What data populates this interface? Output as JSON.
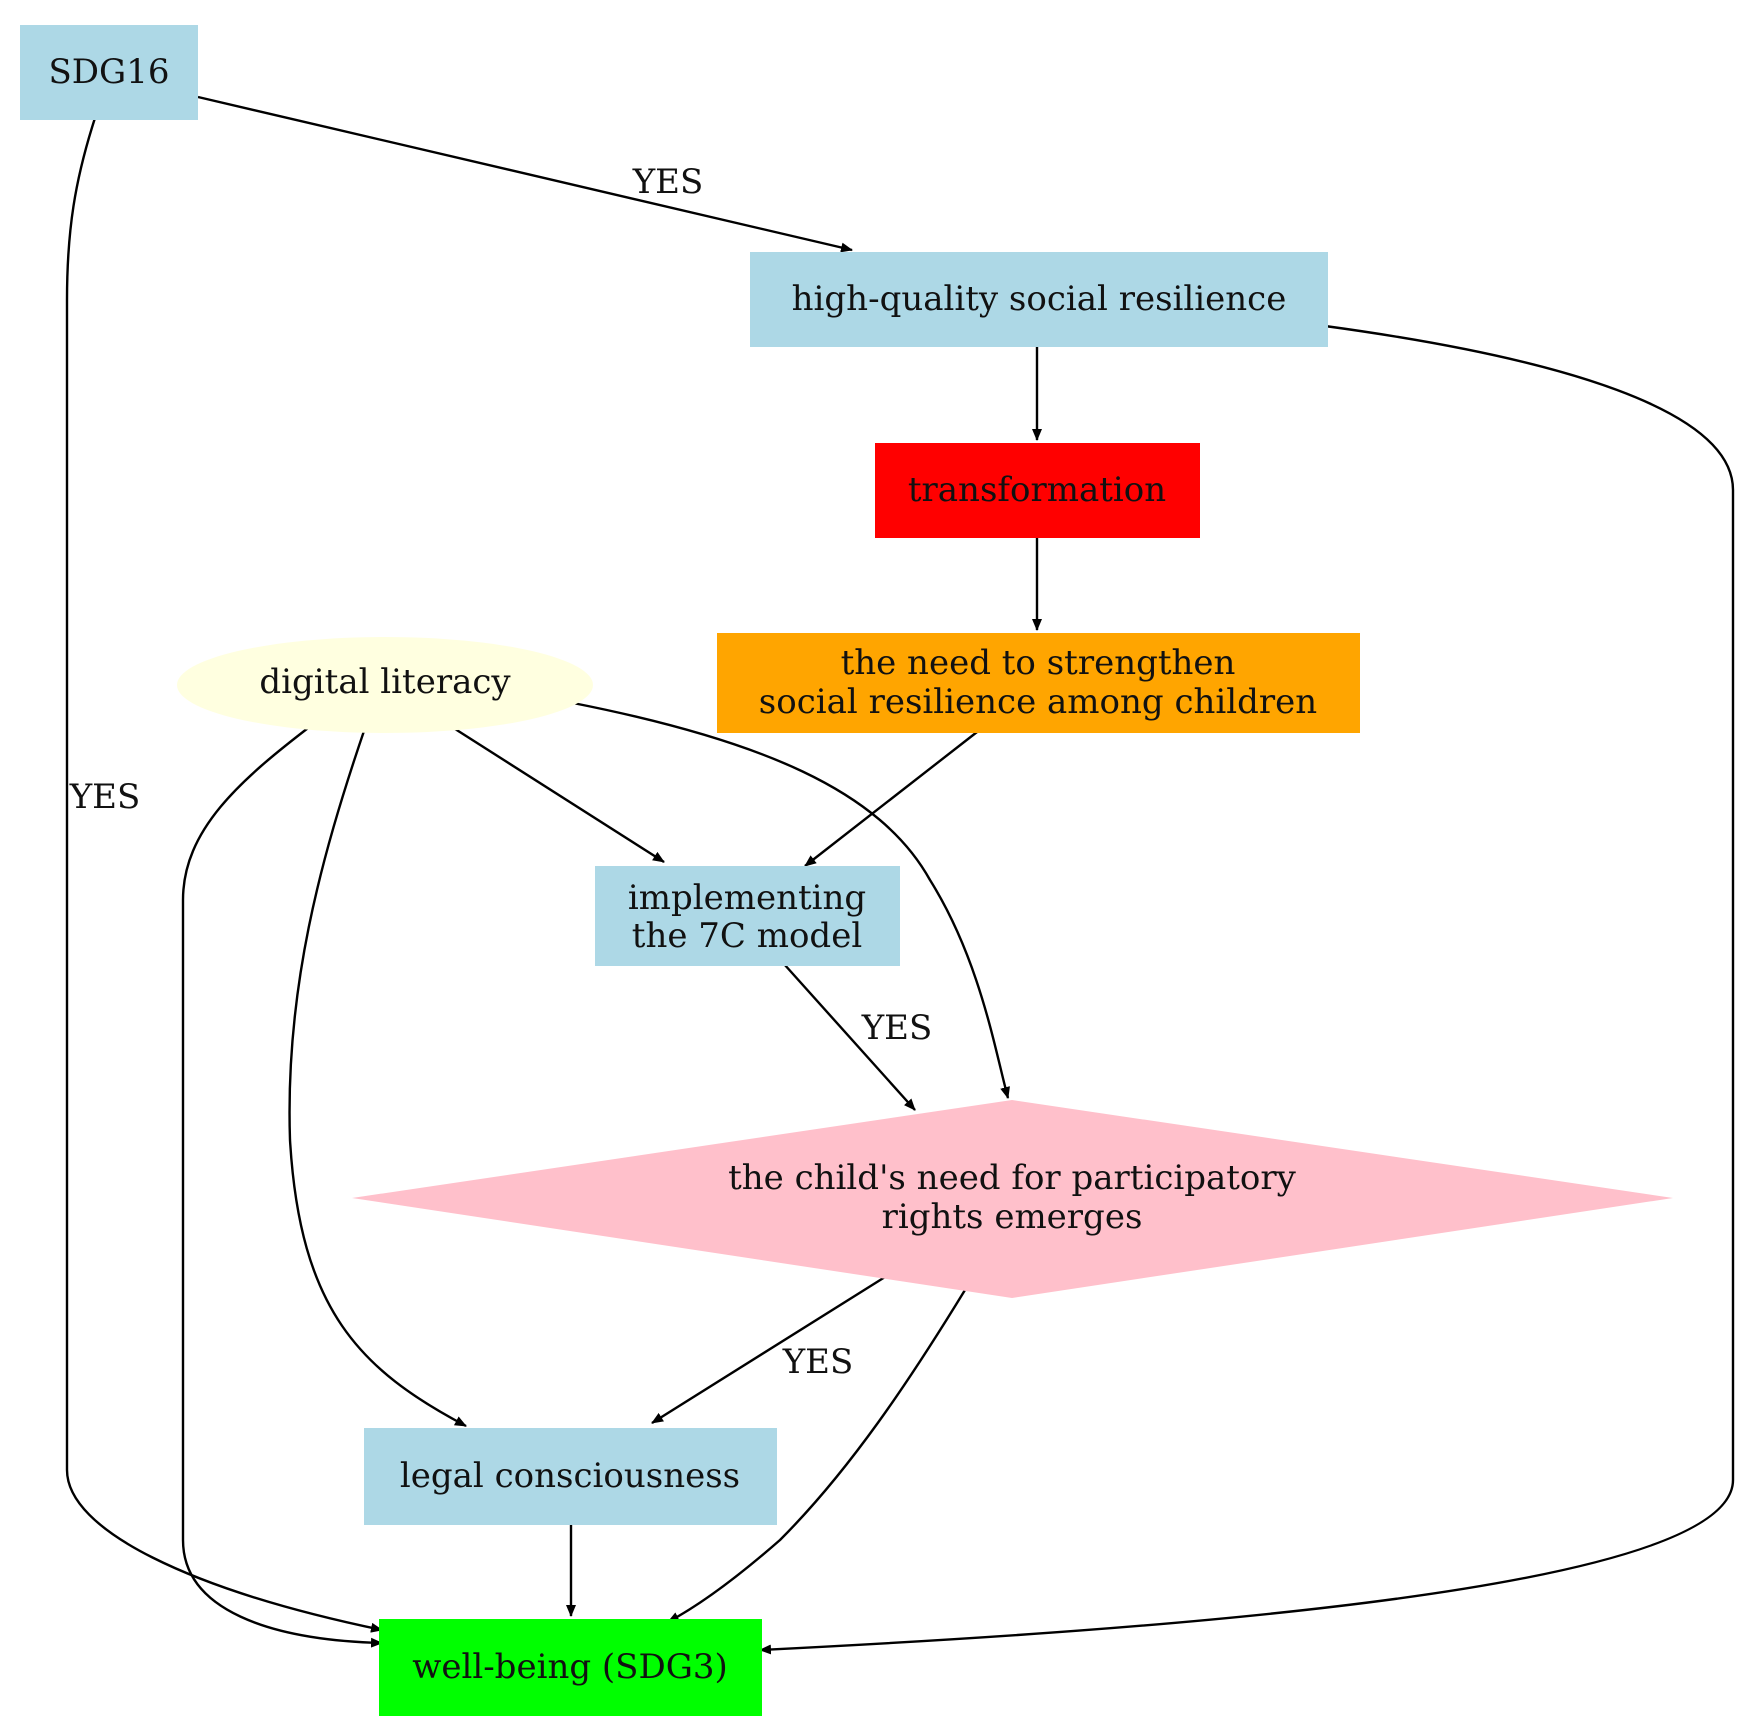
{
  "nodes": {
    "sdg16": {
      "label": "SDG16",
      "color": "#ADD8E6",
      "shape": "box"
    },
    "high_quality_social_resilience": {
      "label": "high-quality social resilience",
      "color": "#ADD8E6",
      "shape": "box"
    },
    "transformation": {
      "label": "transformation",
      "color": "#FF0000",
      "shape": "box"
    },
    "need_to_strengthen": {
      "label_line1": "the need to strengthen",
      "label_line2": "social resilience among children",
      "color": "#FFA500",
      "shape": "box"
    },
    "digital_literacy": {
      "label": "digital literacy",
      "color": "#FFFFE0",
      "shape": "ellipse"
    },
    "implementing_7c": {
      "label_line1": "implementing",
      "label_line2": "the 7C model",
      "color": "#ADD8E6",
      "shape": "box"
    },
    "participatory_rights": {
      "label_line1": "the child's need for participatory",
      "label_line2": "rights emerges",
      "color": "#FFC0CB",
      "shape": "diamond"
    },
    "legal_consciousness": {
      "label": "legal consciousness",
      "color": "#ADD8E6",
      "shape": "box"
    },
    "well_being": {
      "label": "well-being (SDG3)",
      "color": "#00FF00",
      "shape": "box"
    }
  },
  "edges": [
    {
      "from": "SDG16",
      "to": "high-quality social resilience",
      "label": "YES"
    },
    {
      "from": "SDG16",
      "to": "well-being (SDG3)",
      "label": "YES"
    },
    {
      "from": "high-quality social resilience",
      "to": "transformation",
      "label": ""
    },
    {
      "from": "high-quality social resilience",
      "to": "well-being (SDG3)",
      "label": ""
    },
    {
      "from": "transformation",
      "to": "the need to strengthen social resilience among children",
      "label": ""
    },
    {
      "from": "the need to strengthen social resilience among children",
      "to": "implementing the 7C model",
      "label": ""
    },
    {
      "from": "digital literacy",
      "to": "implementing the 7C model",
      "label": ""
    },
    {
      "from": "digital literacy",
      "to": "the child's need for participatory rights emerges",
      "label": ""
    },
    {
      "from": "digital literacy",
      "to": "legal consciousness",
      "label": ""
    },
    {
      "from": "digital literacy",
      "to": "well-being (SDG3)",
      "label": ""
    },
    {
      "from": "implementing the 7C model",
      "to": "the child's need for participatory rights emerges",
      "label": "YES"
    },
    {
      "from": "the child's need for participatory rights emerges",
      "to": "legal consciousness",
      "label": "YES"
    },
    {
      "from": "the child's need for participatory rights emerges",
      "to": "well-being (SDG3)",
      "label": ""
    },
    {
      "from": "legal consciousness",
      "to": "well-being (SDG3)",
      "label": ""
    }
  ],
  "edge_labels": {
    "sdg16_to_resilience": "YES",
    "sdg16_to_wellbeing": "YES",
    "model_to_rights": "YES",
    "rights_to_legal": "YES"
  }
}
